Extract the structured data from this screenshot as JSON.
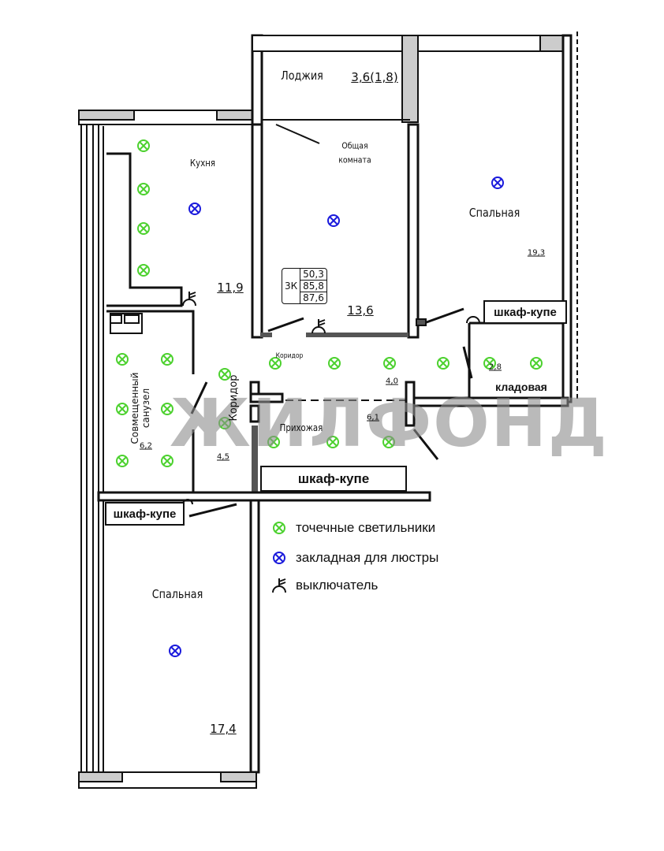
{
  "rooms": {
    "loggia": {
      "name": "Лоджия",
      "area": "3,6(1,8)"
    },
    "kitchen": {
      "name": "Кухня",
      "area": "11,9"
    },
    "living": {
      "name_line1": "Общая",
      "name_line2": "комната",
      "area": "13,6"
    },
    "bedroom_right": {
      "name": "Спальная",
      "area": "19,3"
    },
    "corridor_h": {
      "name": "Коридор",
      "area": "4,0"
    },
    "storage": {
      "name": "кладовая",
      "area": "2,8"
    },
    "corridor_v": {
      "name": "Коридор",
      "area": "4,5"
    },
    "bathroom": {
      "name_line1": "Совмещенный",
      "name_line2": "санузел",
      "area": "6,2"
    },
    "hall": {
      "name": "Прихожая",
      "area": "6,1"
    },
    "bedroom_left": {
      "name": "Спальная",
      "area": "17,4"
    }
  },
  "totals": {
    "rooms": "3К",
    "living_area": "50,3",
    "total_area": "85,8",
    "total_with_loggia": "87,6"
  },
  "wardrobes": [
    "шкаф-купе",
    "шкаф-купе",
    "шкаф-купе"
  ],
  "legend": [
    {
      "icon": "spotlight-icon",
      "label": "точечные светильники"
    },
    {
      "icon": "chandelier-mount-icon",
      "label": "закладная для люстры"
    },
    {
      "icon": "switch-icon",
      "label": "выключатель"
    }
  ],
  "watermark": "ЖИЛФОНД",
  "colors": {
    "spotlight": "#4cd12e",
    "chandelier": "#1a1adc",
    "wall": "#111111",
    "watermark": "#8c8c8c"
  }
}
